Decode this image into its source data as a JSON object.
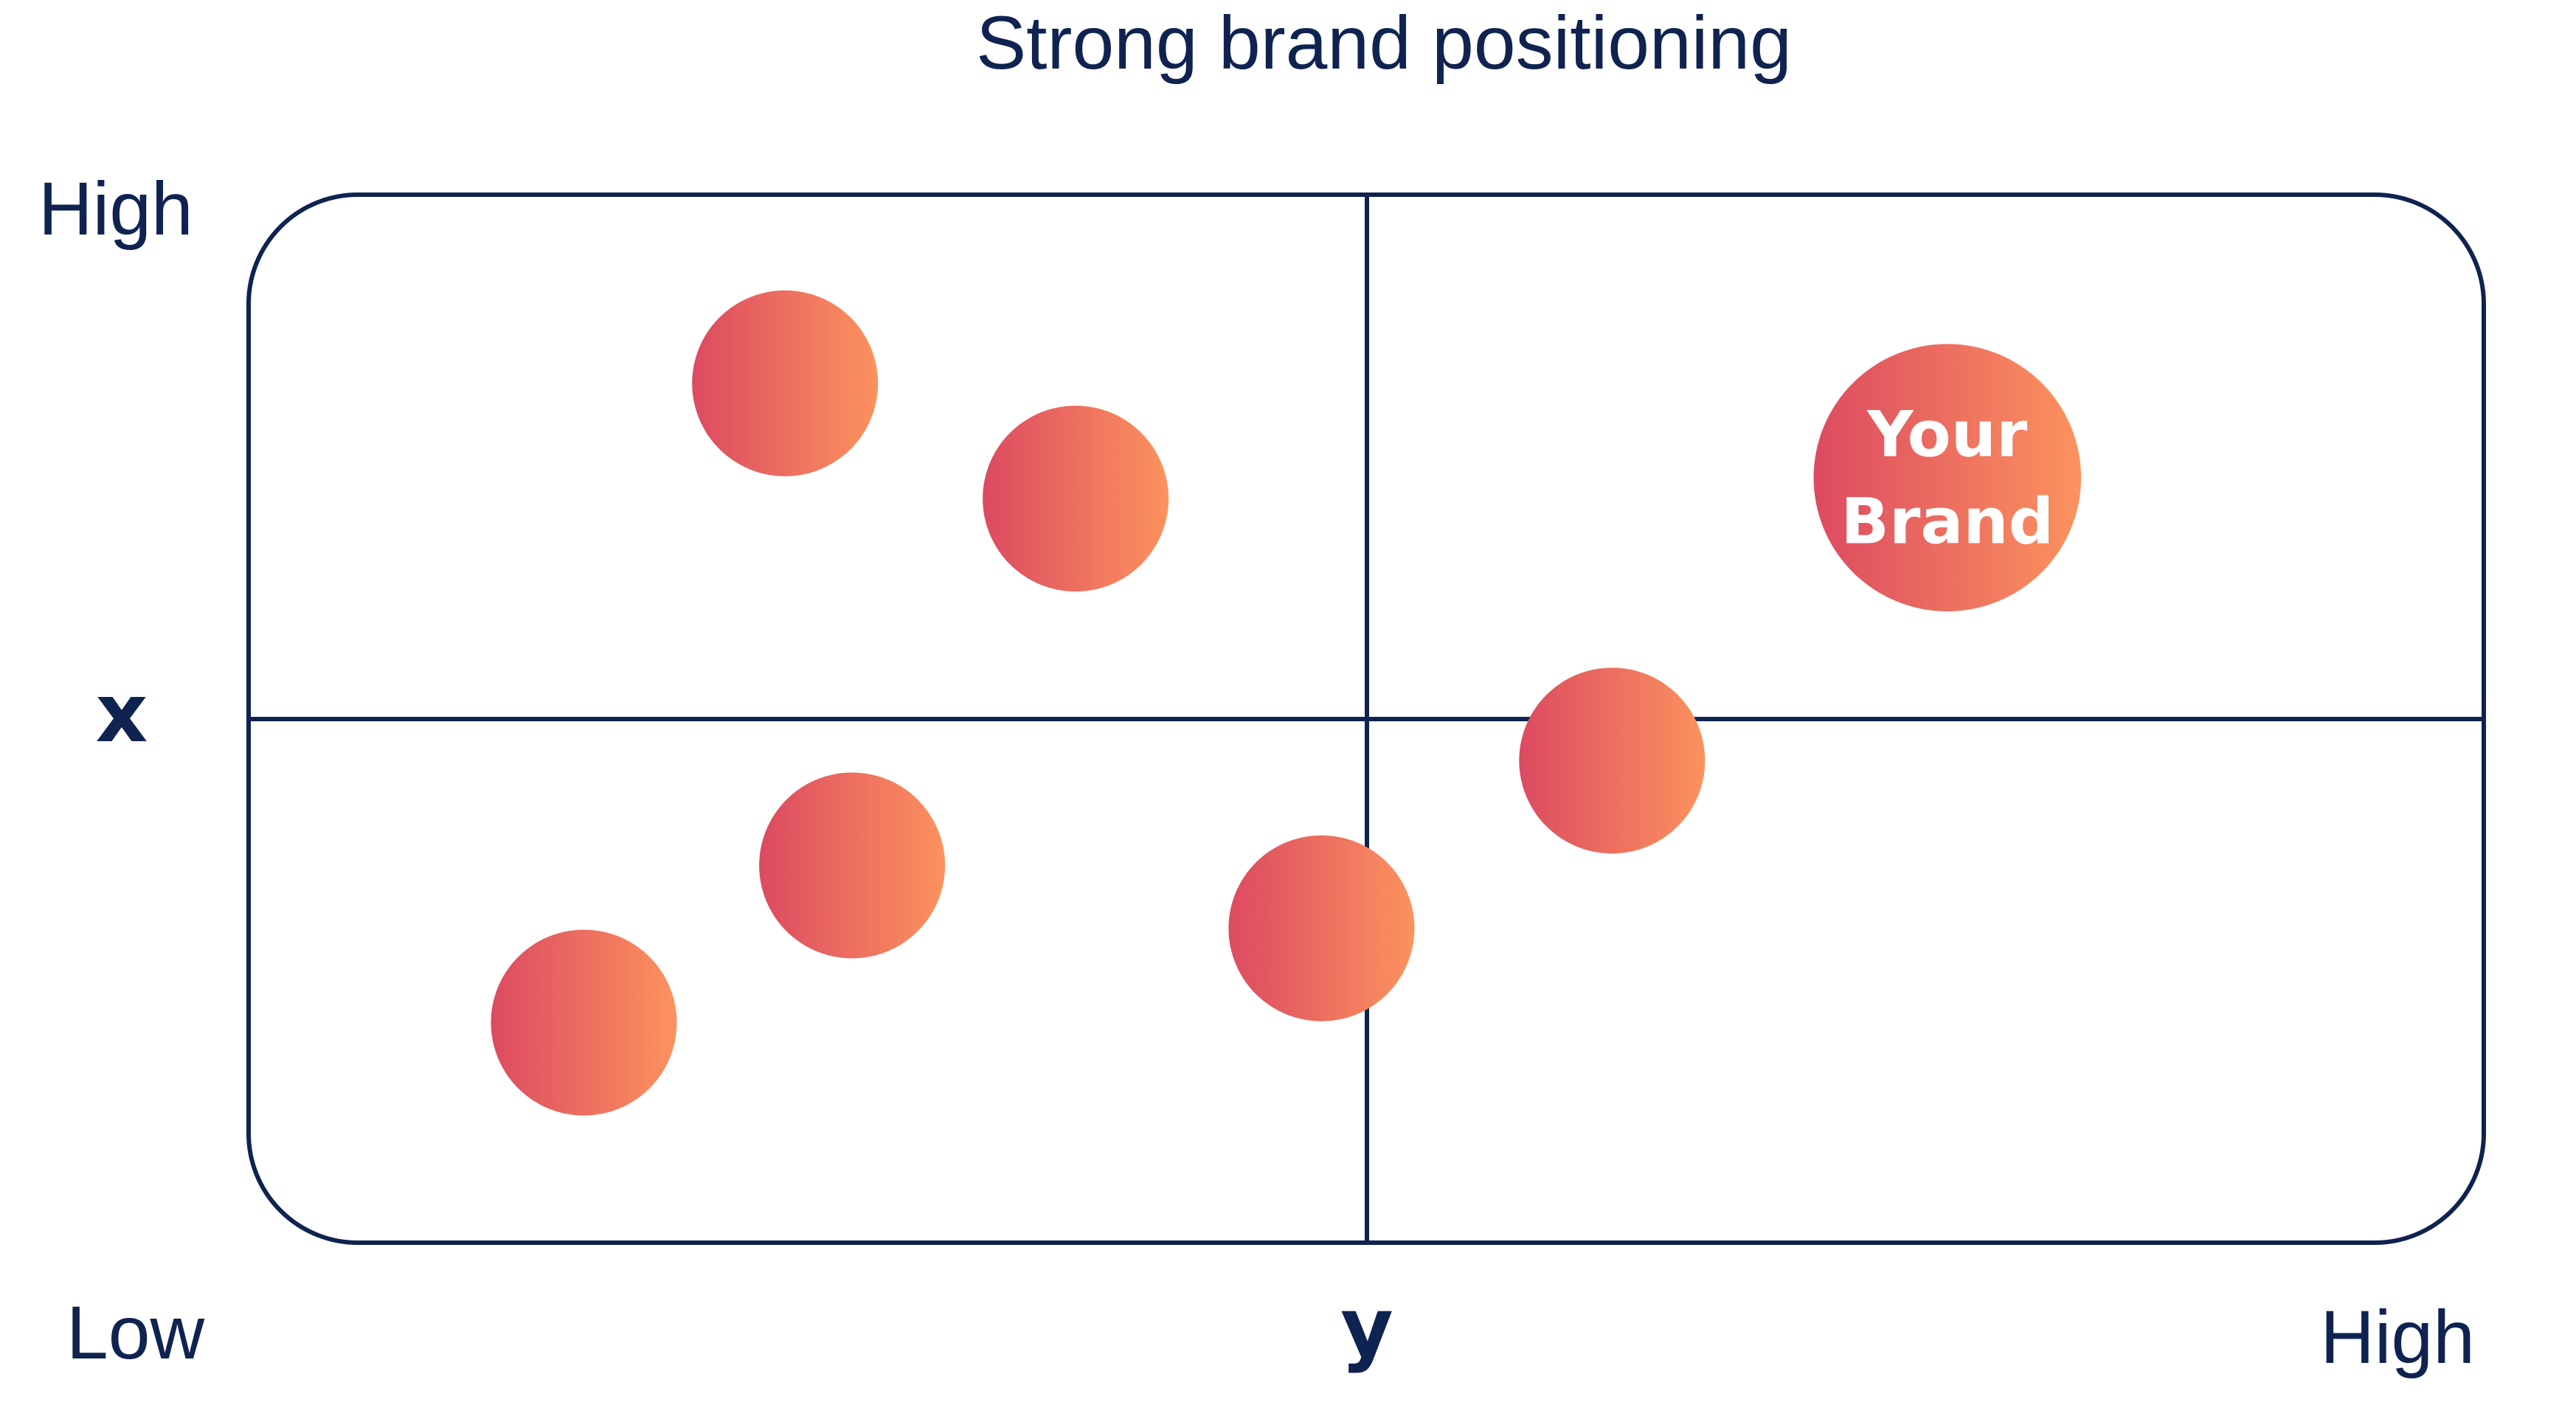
{
  "colors": {
    "line": "#0f2350",
    "bubble_start": "#dc4a61",
    "bubble_end": "#fc935e",
    "label": "#ffffff"
  },
  "chart_data": {
    "type": "scatter",
    "title": "Strong brand positioning",
    "y_axis": {
      "label": "x",
      "low": "",
      "high": "High",
      "range": [
        0,
        100
      ]
    },
    "x_axis": {
      "label": "y",
      "low": "Low",
      "high": "High",
      "range": [
        0,
        100
      ]
    },
    "quadrant_split": {
      "x": 50,
      "y": 50
    },
    "grid": false,
    "points": [
      {
        "x": 24,
        "y": 82,
        "size": 1,
        "label": ""
      },
      {
        "x": 37,
        "y": 71,
        "size": 1,
        "label": ""
      },
      {
        "x": 27,
        "y": 36,
        "size": 1,
        "label": ""
      },
      {
        "x": 15,
        "y": 21,
        "size": 1,
        "label": ""
      },
      {
        "x": 48,
        "y": 30,
        "size": 1,
        "label": ""
      },
      {
        "x": 61,
        "y": 46,
        "size": 1,
        "label": ""
      },
      {
        "x": 76,
        "y": 73,
        "size": 2.07,
        "label": [
          "Your",
          "Brand"
        ]
      }
    ]
  }
}
